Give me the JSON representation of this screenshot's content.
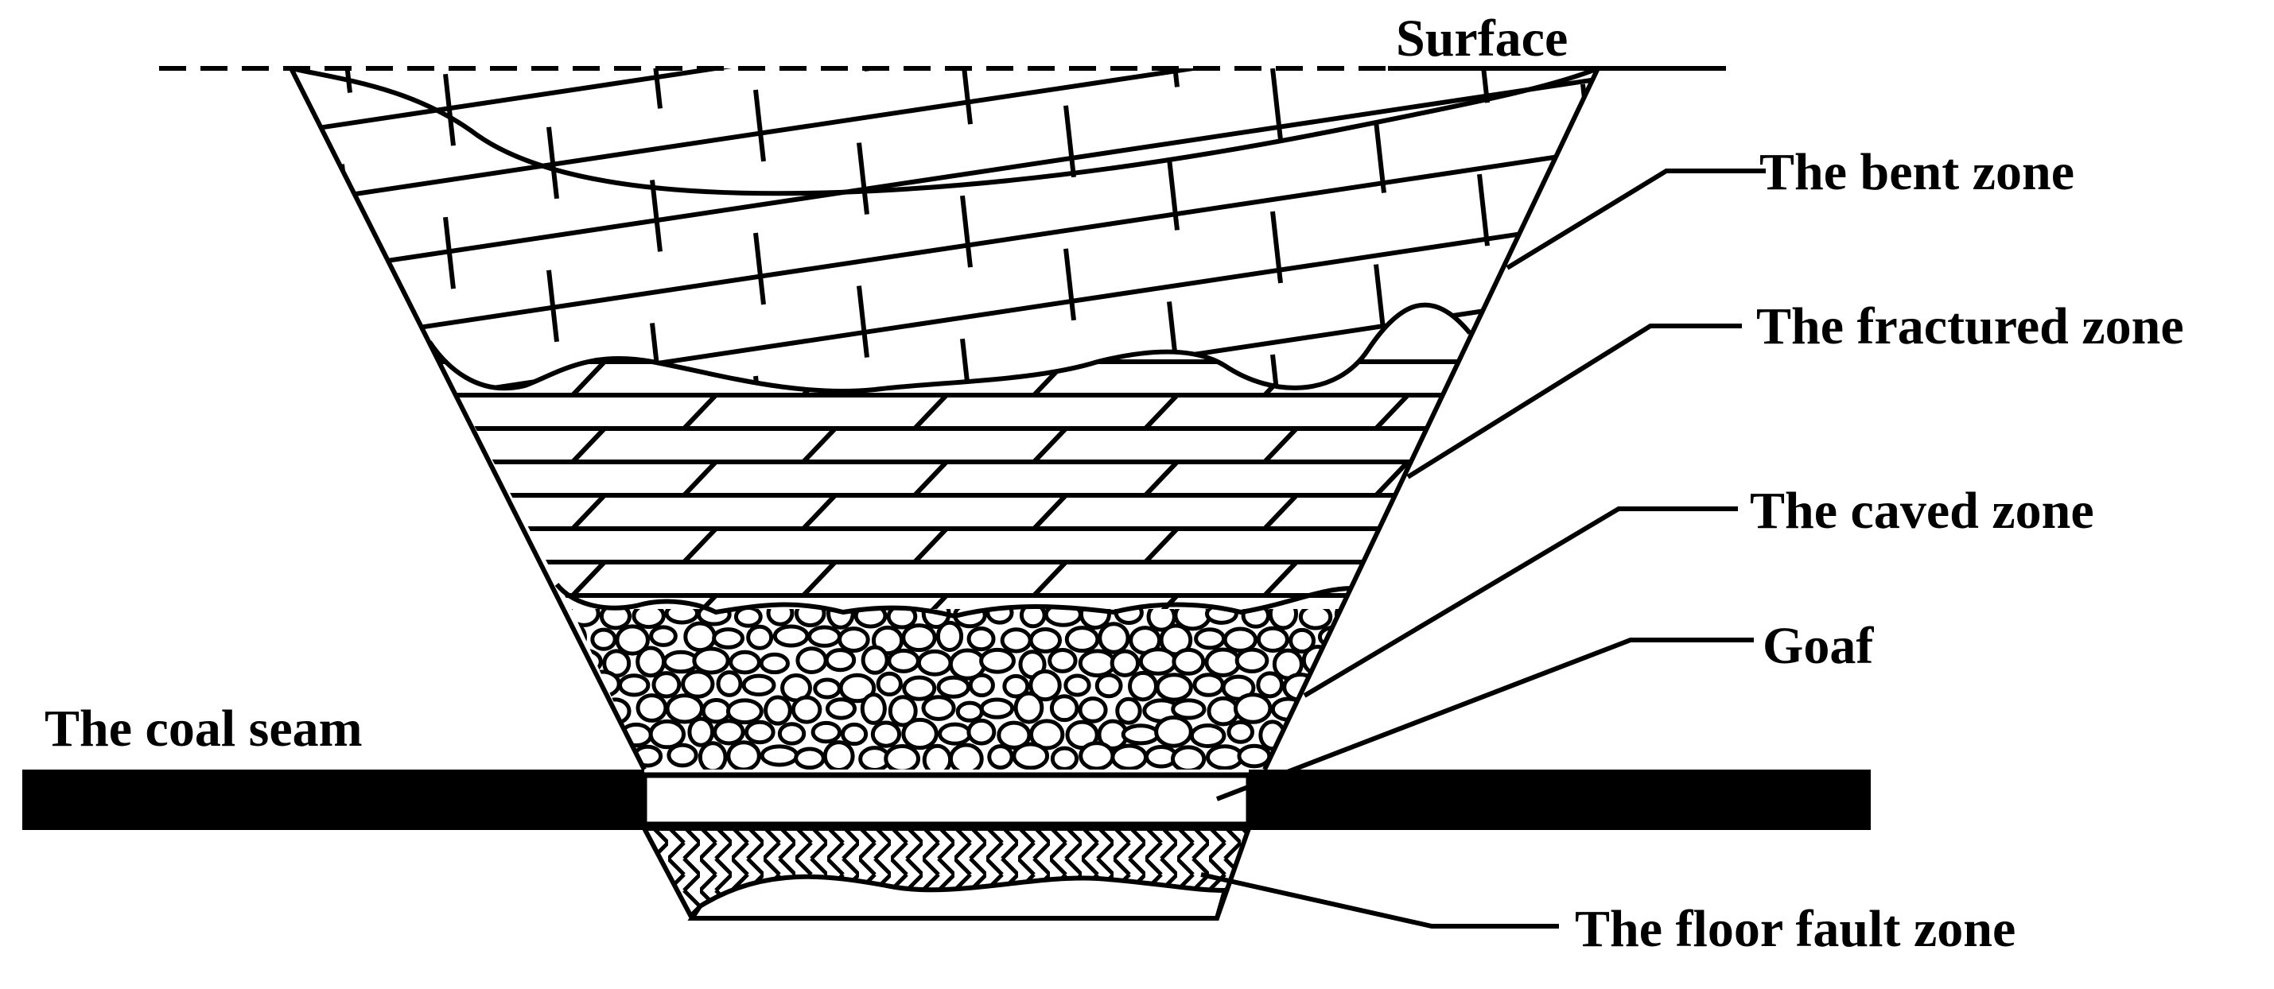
{
  "labels": {
    "surface": "Surface",
    "bent_zone": "The bent zone",
    "fractured_zone": "The fractured zone",
    "caved_zone": "The caved zone",
    "goaf": "Goaf",
    "coal_seam": "The coal seam",
    "floor_fault_zone": "The floor fault zone"
  },
  "colors": {
    "ink": "#000000",
    "background": "#ffffff"
  }
}
